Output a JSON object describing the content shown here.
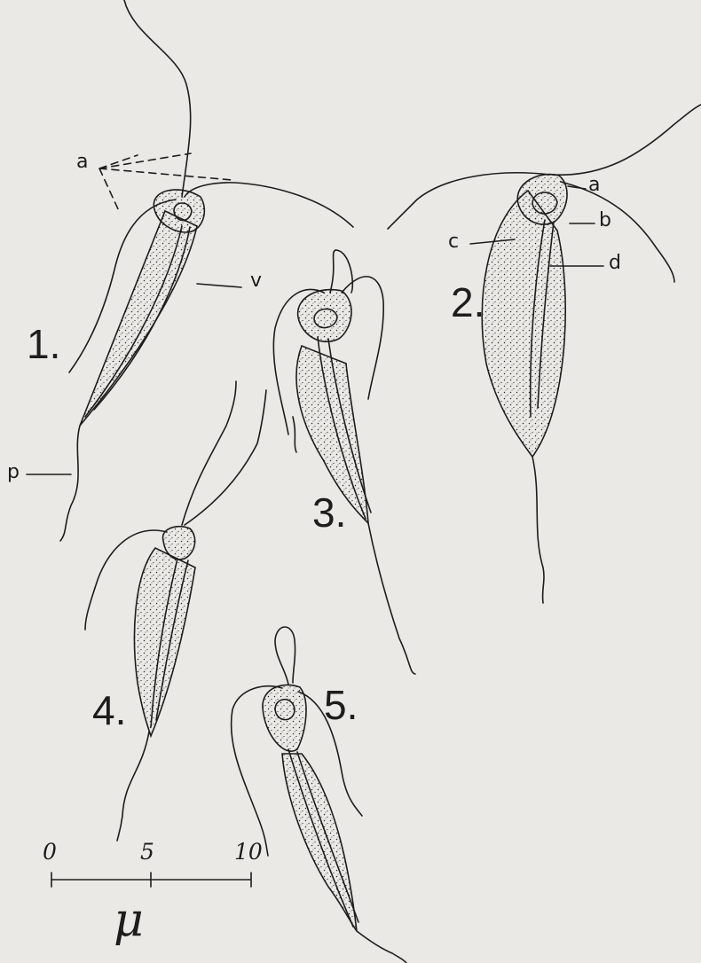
{
  "figures": [
    {
      "number": "1."
    },
    {
      "number": "2."
    },
    {
      "number": "3."
    },
    {
      "number": "4."
    },
    {
      "number": "5."
    }
  ],
  "labels": {
    "a1": "a",
    "v": "v",
    "p": "p",
    "a2": "a",
    "b": "b",
    "c": "c",
    "d": "d"
  },
  "scale_bar": {
    "ticks": [
      "0",
      "5",
      "10"
    ],
    "unit": "μ"
  },
  "colors": {
    "background": "#ebe9e5",
    "ink": "#1d1d1d"
  }
}
